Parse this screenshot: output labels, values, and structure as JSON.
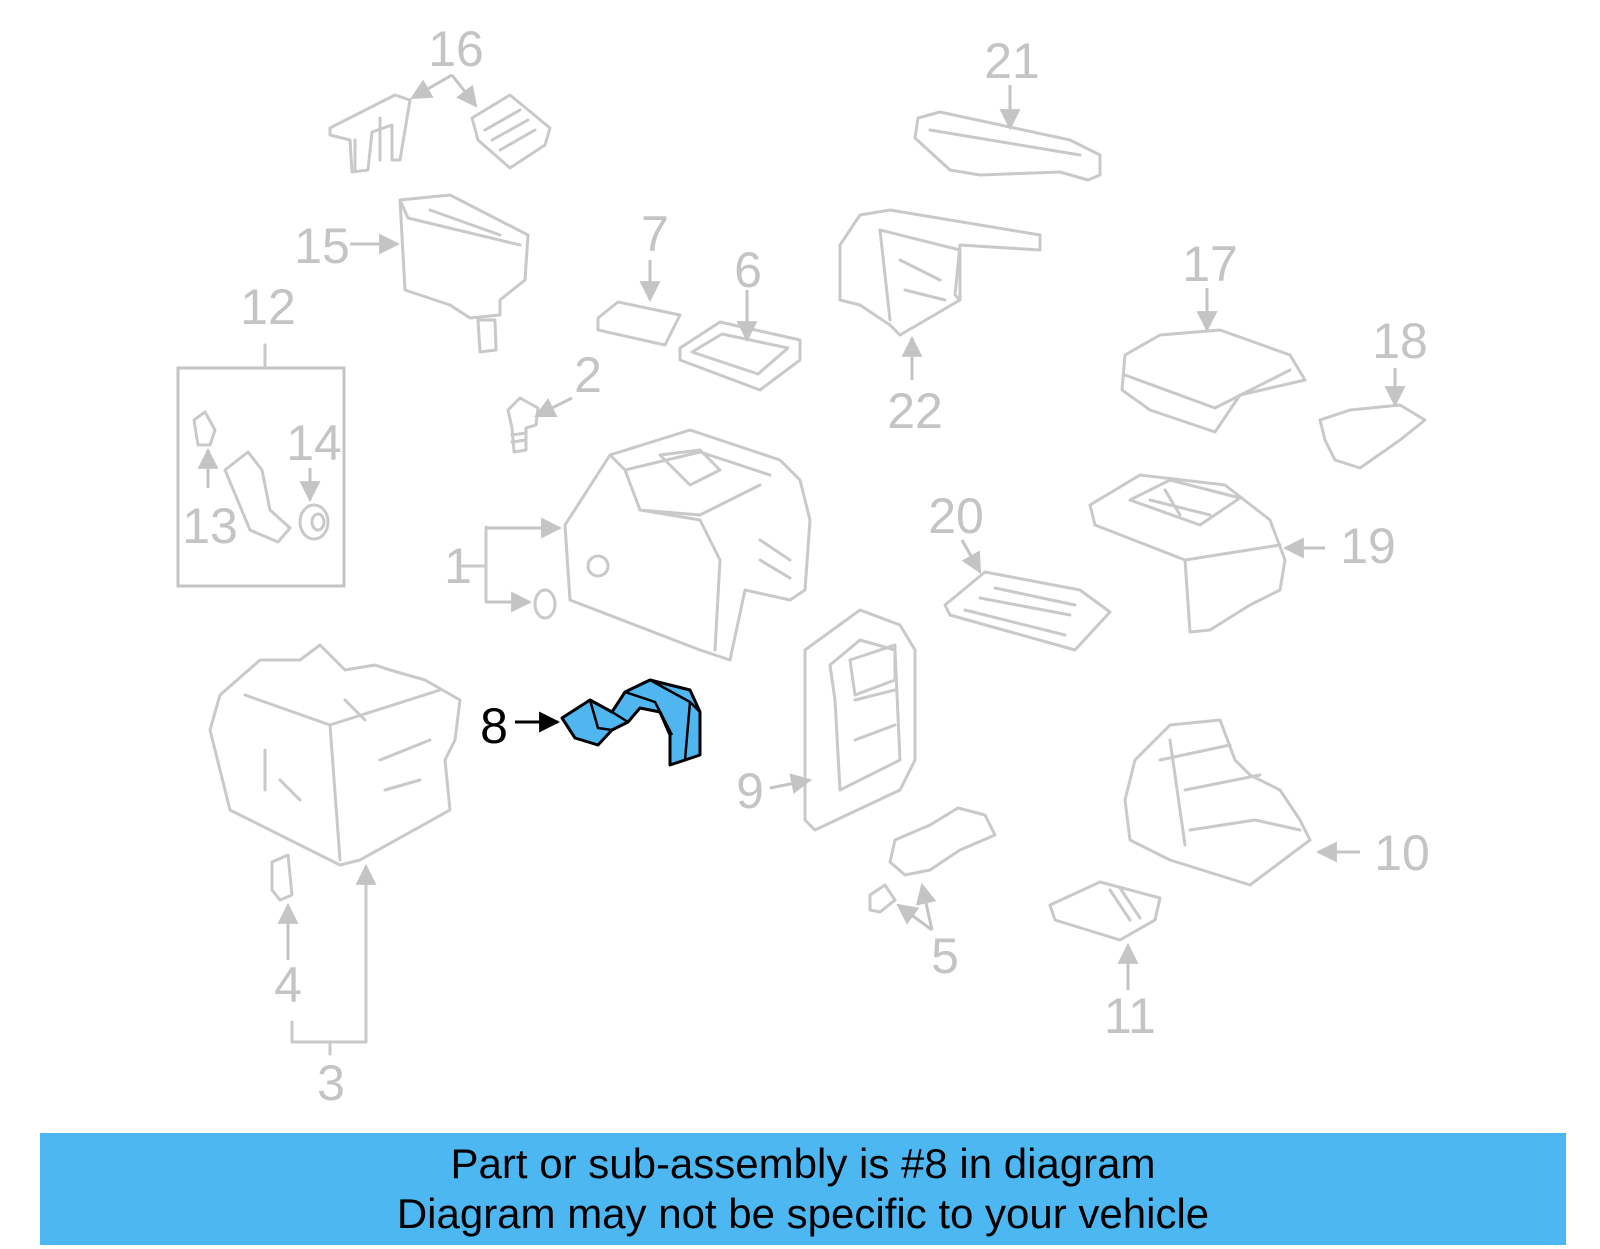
{
  "diagram": {
    "highlight_color": "#4fb6ef",
    "callouts": [
      {
        "id": "1",
        "label": "1",
        "highlighted": false
      },
      {
        "id": "2",
        "label": "2",
        "highlighted": false
      },
      {
        "id": "3",
        "label": "3",
        "highlighted": false
      },
      {
        "id": "4",
        "label": "4",
        "highlighted": false
      },
      {
        "id": "5",
        "label": "5",
        "highlighted": false
      },
      {
        "id": "6",
        "label": "6",
        "highlighted": false
      },
      {
        "id": "7",
        "label": "7",
        "highlighted": false
      },
      {
        "id": "8",
        "label": "8",
        "highlighted": true
      },
      {
        "id": "9",
        "label": "9",
        "highlighted": false
      },
      {
        "id": "10",
        "label": "10",
        "highlighted": false
      },
      {
        "id": "11",
        "label": "11",
        "highlighted": false
      },
      {
        "id": "12",
        "label": "12",
        "highlighted": false
      },
      {
        "id": "13",
        "label": "13",
        "highlighted": false
      },
      {
        "id": "14",
        "label": "14",
        "highlighted": false
      },
      {
        "id": "15",
        "label": "15",
        "highlighted": false
      },
      {
        "id": "16",
        "label": "16",
        "highlighted": false
      },
      {
        "id": "17",
        "label": "17",
        "highlighted": false
      },
      {
        "id": "18",
        "label": "18",
        "highlighted": false
      },
      {
        "id": "19",
        "label": "19",
        "highlighted": false
      },
      {
        "id": "20",
        "label": "20",
        "highlighted": false
      },
      {
        "id": "21",
        "label": "21",
        "highlighted": false
      },
      {
        "id": "22",
        "label": "22",
        "highlighted": false
      }
    ]
  },
  "banner": {
    "background": "#4db7f2",
    "line1": "Part or sub-assembly is #8 in diagram",
    "line2": "Diagram may not be specific to your vehicle"
  }
}
